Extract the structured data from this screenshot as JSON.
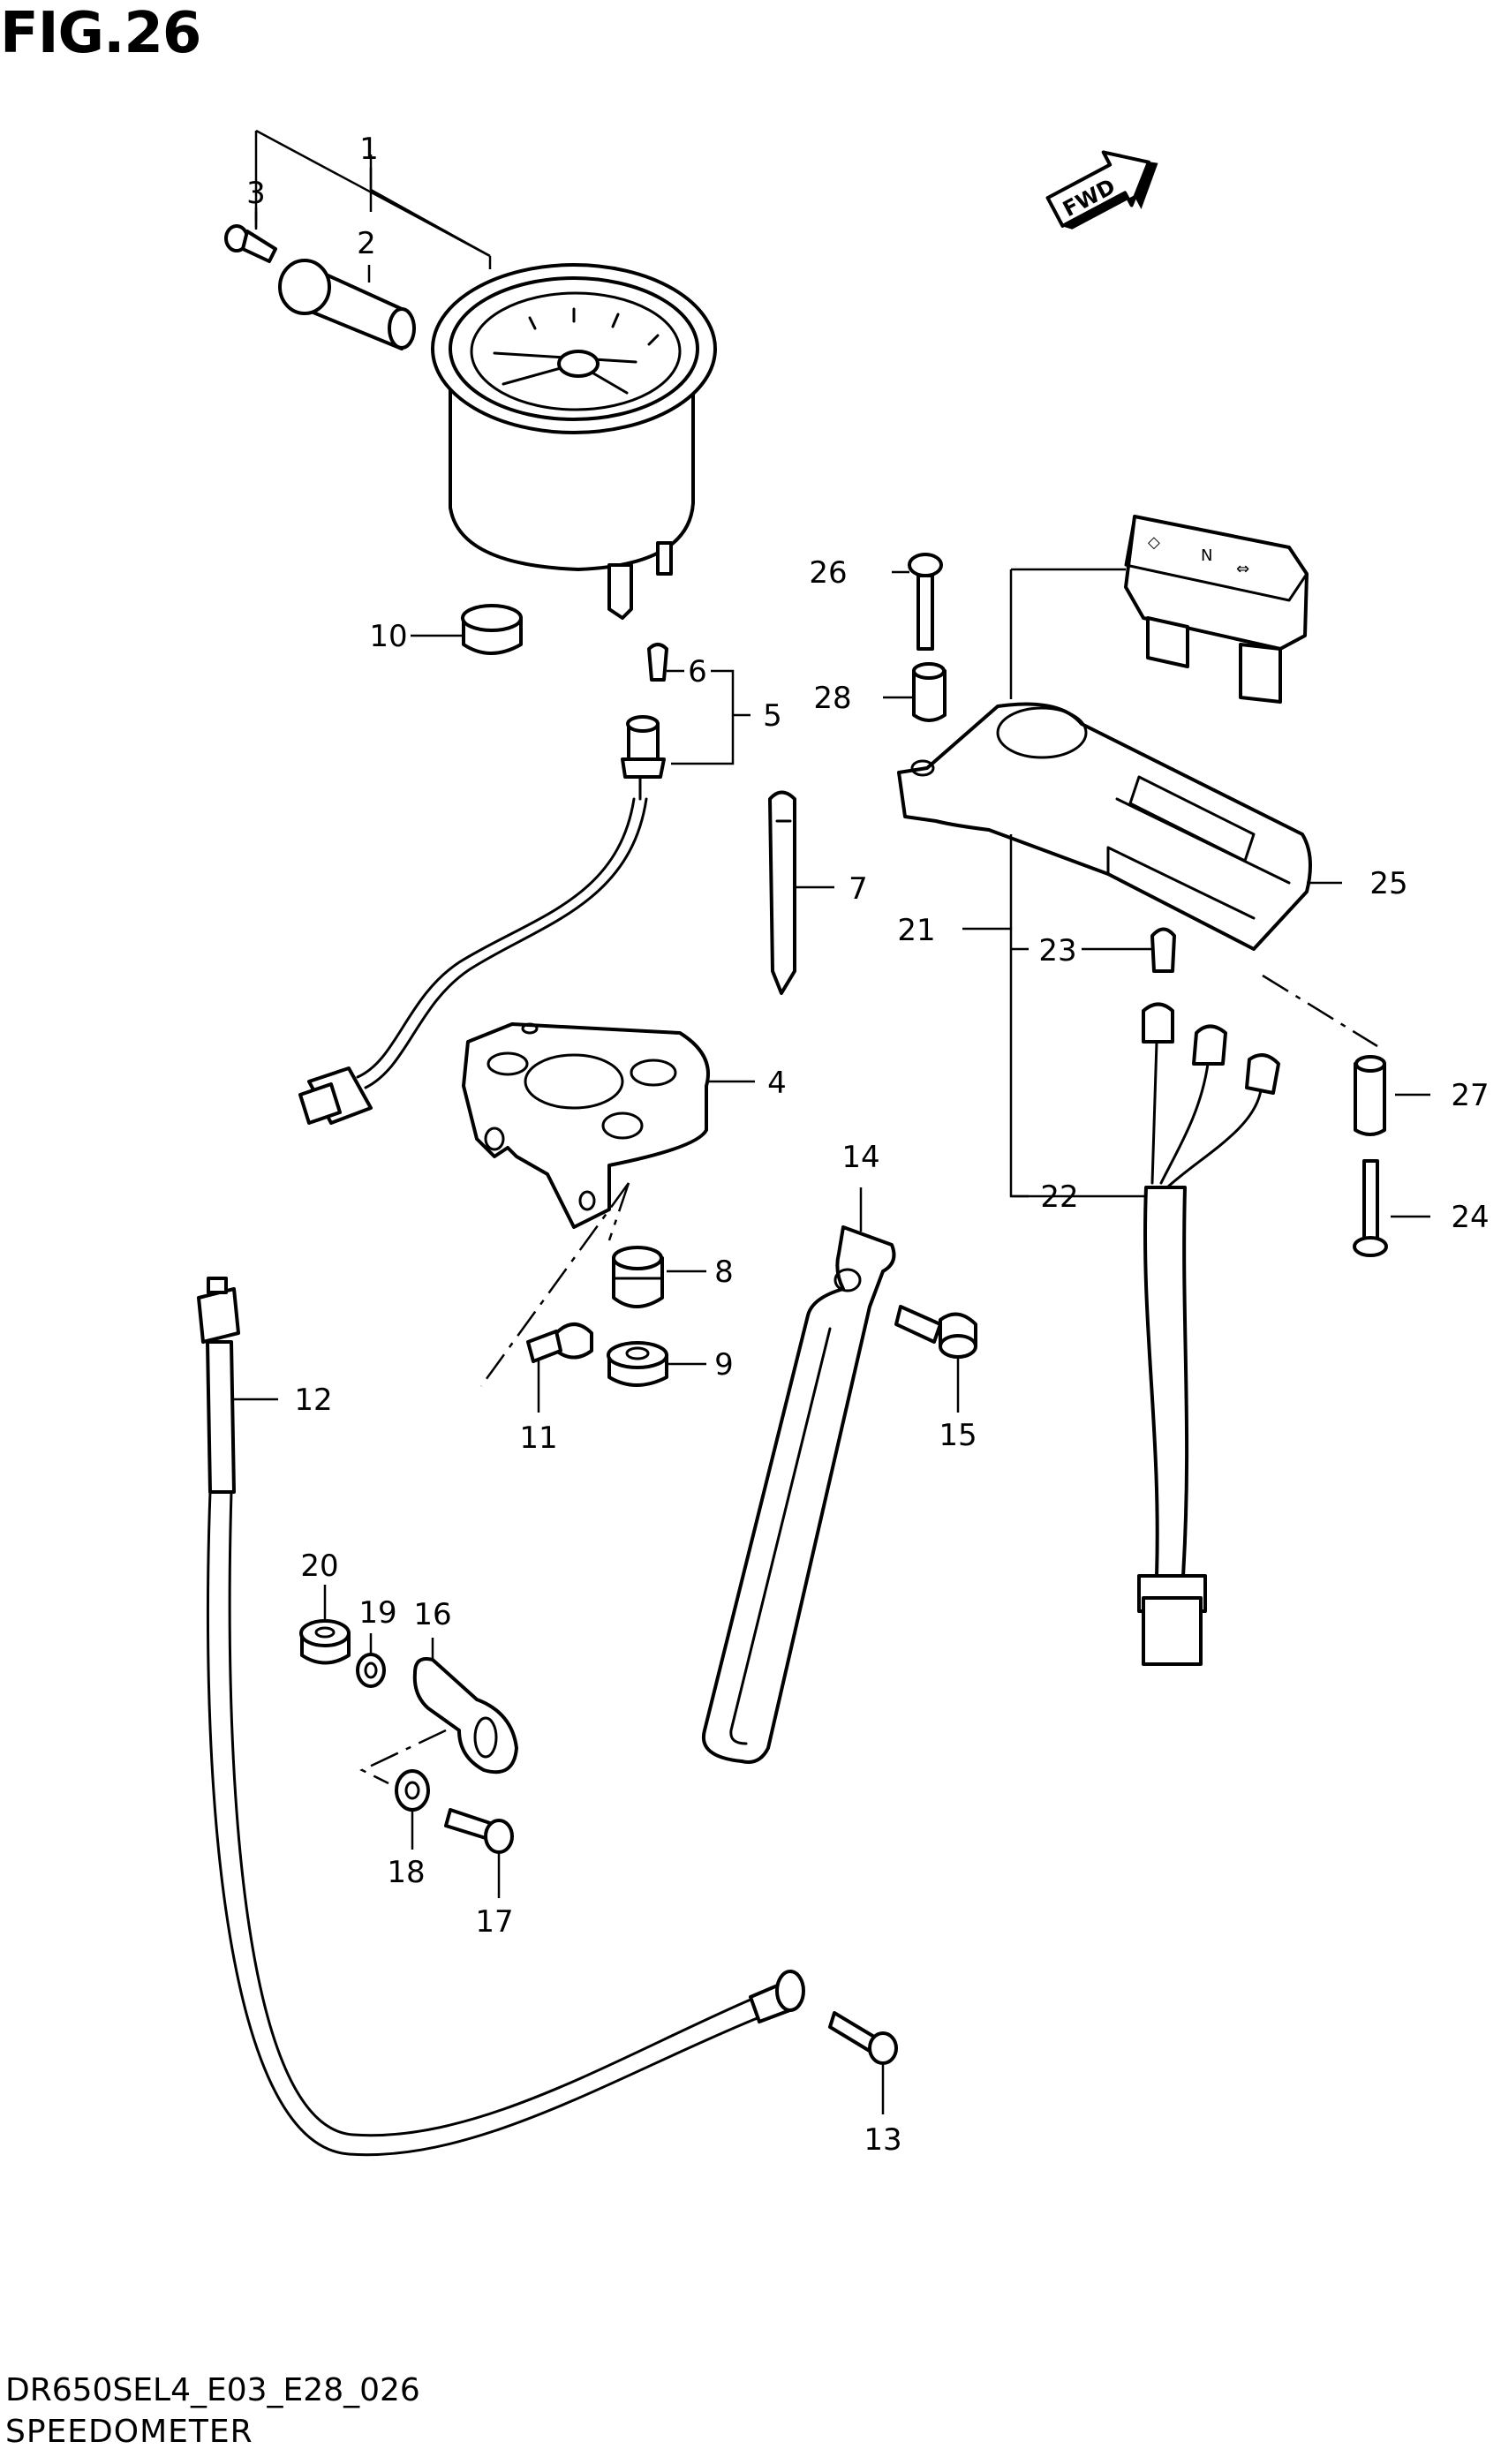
{
  "figure": {
    "title": "FIG.26",
    "model_code": "DR650SEL4_E03_E28_026",
    "name": "SPEEDOMETER",
    "direction_badge": "FWD"
  },
  "callouts": {
    "c1": "1",
    "c2": "2",
    "c3": "3",
    "c4": "4",
    "c5": "5",
    "c6": "6",
    "c7": "7",
    "c8": "8",
    "c9": "9",
    "c10": "10",
    "c11": "11",
    "c12": "12",
    "c13": "13",
    "c14": "14",
    "c15": "15",
    "c16": "16",
    "c17": "17",
    "c18": "18",
    "c19": "19",
    "c20": "20",
    "c21": "21",
    "c22": "22",
    "c23": "23",
    "c24": "24",
    "c25": "25",
    "c26": "26",
    "c27": "27",
    "c28": "28"
  }
}
